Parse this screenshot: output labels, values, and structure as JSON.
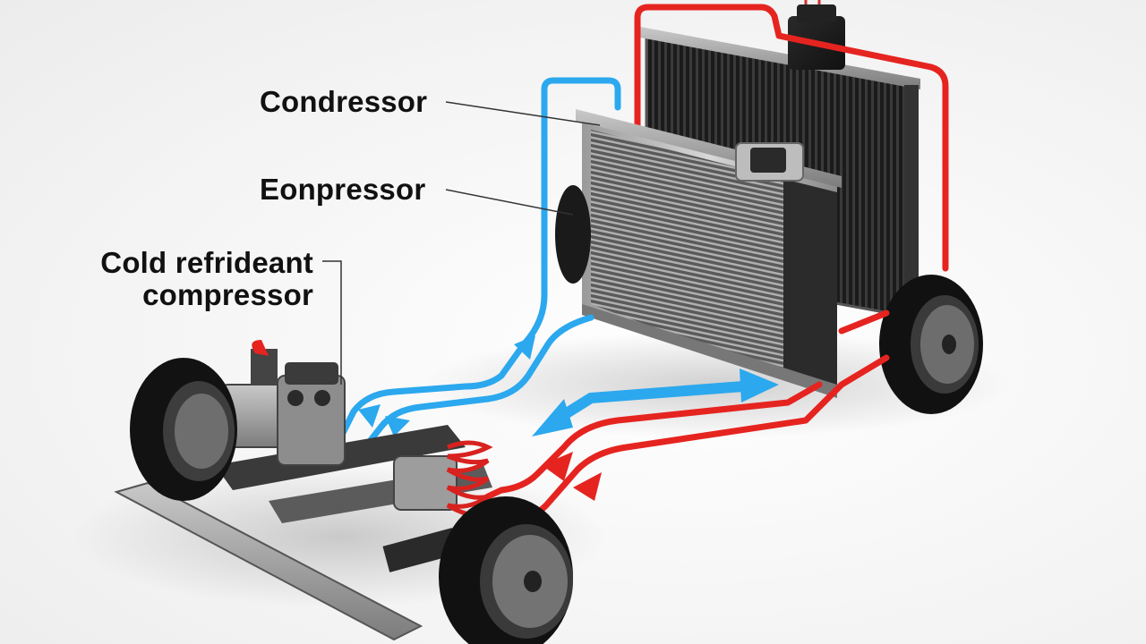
{
  "labels": {
    "condenser": "Condressor",
    "compressor": "Eonpressor",
    "cold_refrigerant_line1": "Cold refrideant",
    "cold_refrigerant_line2": "compressor"
  },
  "colors": {
    "cold_line": "#2ba8ee",
    "hot_line": "#e52420",
    "background": "#f4f4f4",
    "label_text": "#111111"
  }
}
